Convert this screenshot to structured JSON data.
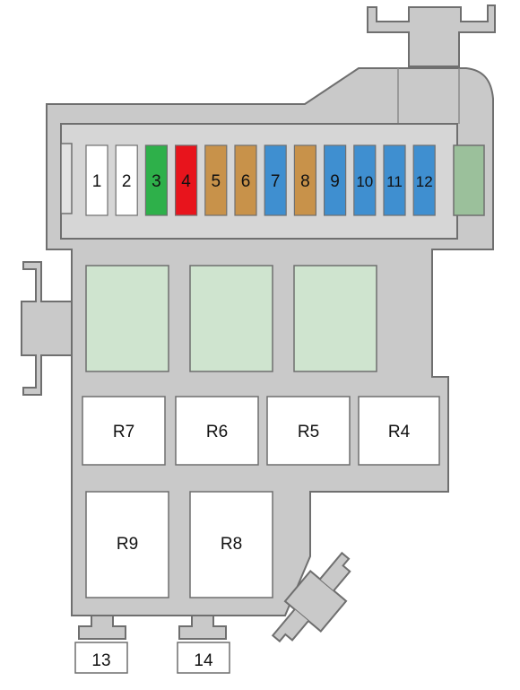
{
  "colors": {
    "housing": "#c9c9c9",
    "outline": "#6f6f6f",
    "slot": "#d6d6d6",
    "spare": "#cfe4cf",
    "spare_dark": "#9bc09b"
  },
  "fuses": [
    {
      "label": "1",
      "color": "#ffffff"
    },
    {
      "label": "2",
      "color": "#ffffff"
    },
    {
      "label": "3",
      "color": "#2eb04a"
    },
    {
      "label": "4",
      "color": "#e8141c"
    },
    {
      "label": "5",
      "color": "#c8924a"
    },
    {
      "label": "6",
      "color": "#c8924a"
    },
    {
      "label": "7",
      "color": "#3f8fd0"
    },
    {
      "label": "8",
      "color": "#c8924a"
    },
    {
      "label": "9",
      "color": "#3f8fd0"
    },
    {
      "label": "10",
      "color": "#3f8fd0"
    },
    {
      "label": "11",
      "color": "#3f8fd0"
    },
    {
      "label": "12",
      "color": "#3f8fd0"
    }
  ],
  "relays": {
    "r7": "R7",
    "r6": "R6",
    "r5": "R5",
    "r4": "R4",
    "r9": "R9",
    "r8": "R8"
  },
  "connectors": {
    "c13": "13",
    "c14": "14"
  }
}
